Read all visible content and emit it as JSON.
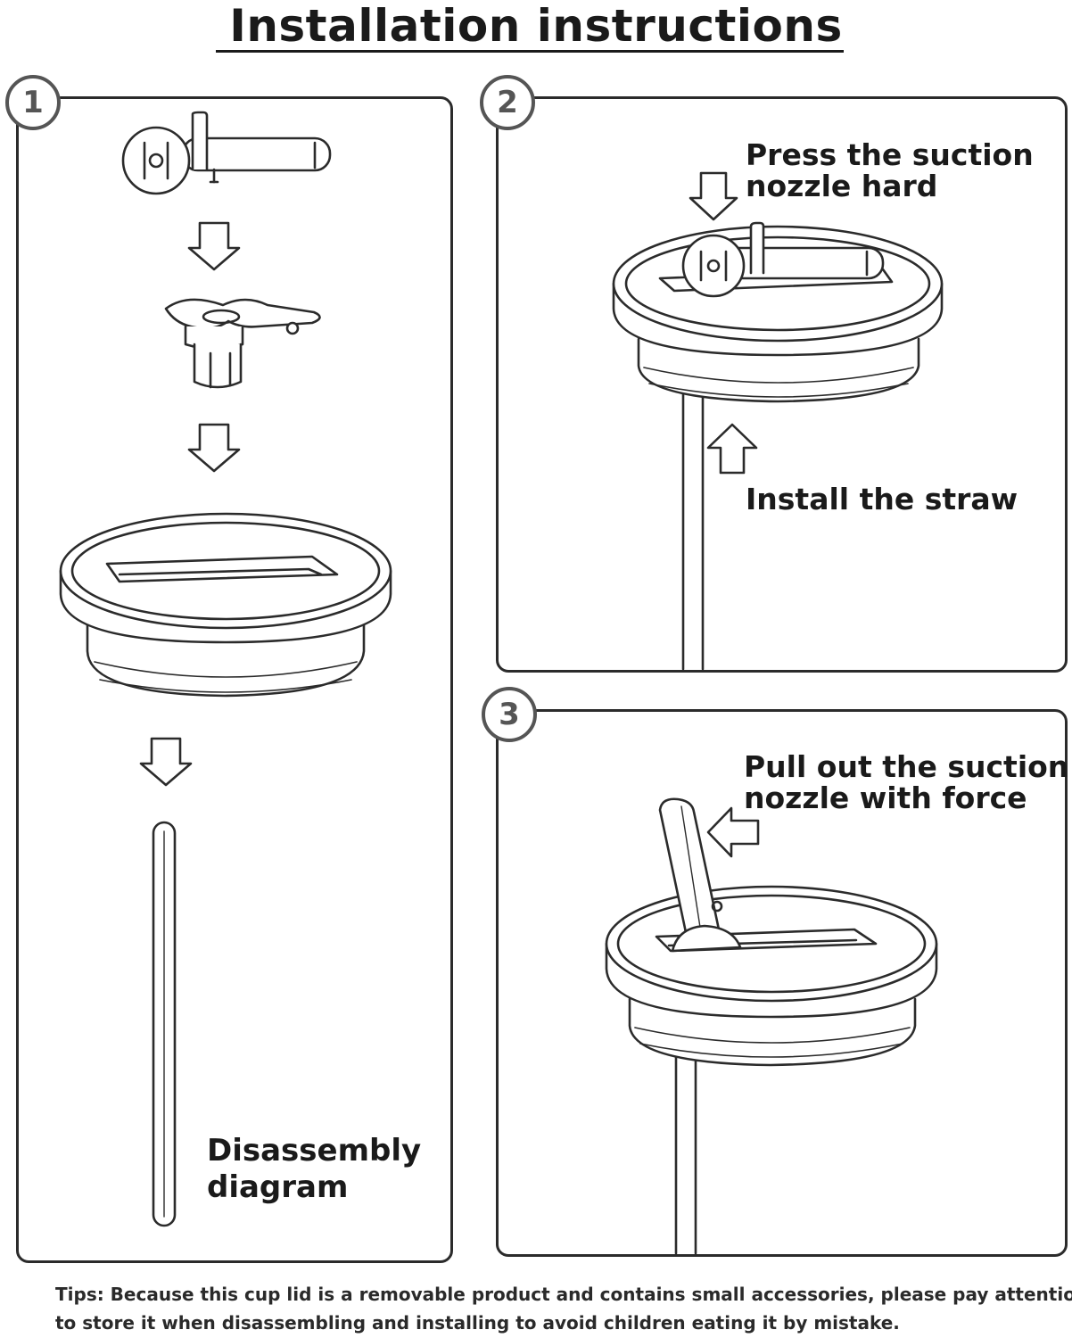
{
  "header": {
    "title": "Installation instructions"
  },
  "steps": [
    {
      "number": "1",
      "caption_lines": [
        "Disassembly",
        "diagram"
      ]
    },
    {
      "number": "2",
      "caption_lines": [
        "Press the suction",
        "nozzle hard"
      ],
      "secondary_caption": "Install the straw"
    },
    {
      "number": "3",
      "caption_lines": [
        "Pull out the suction",
        "nozzle with force"
      ]
    }
  ],
  "tips": {
    "lines": [
      "Tips: Because this cup lid is a removable product and contains small accessories, please pay attention",
      "to store it when disassembling and installing to avoid children eating it by mistake."
    ]
  }
}
